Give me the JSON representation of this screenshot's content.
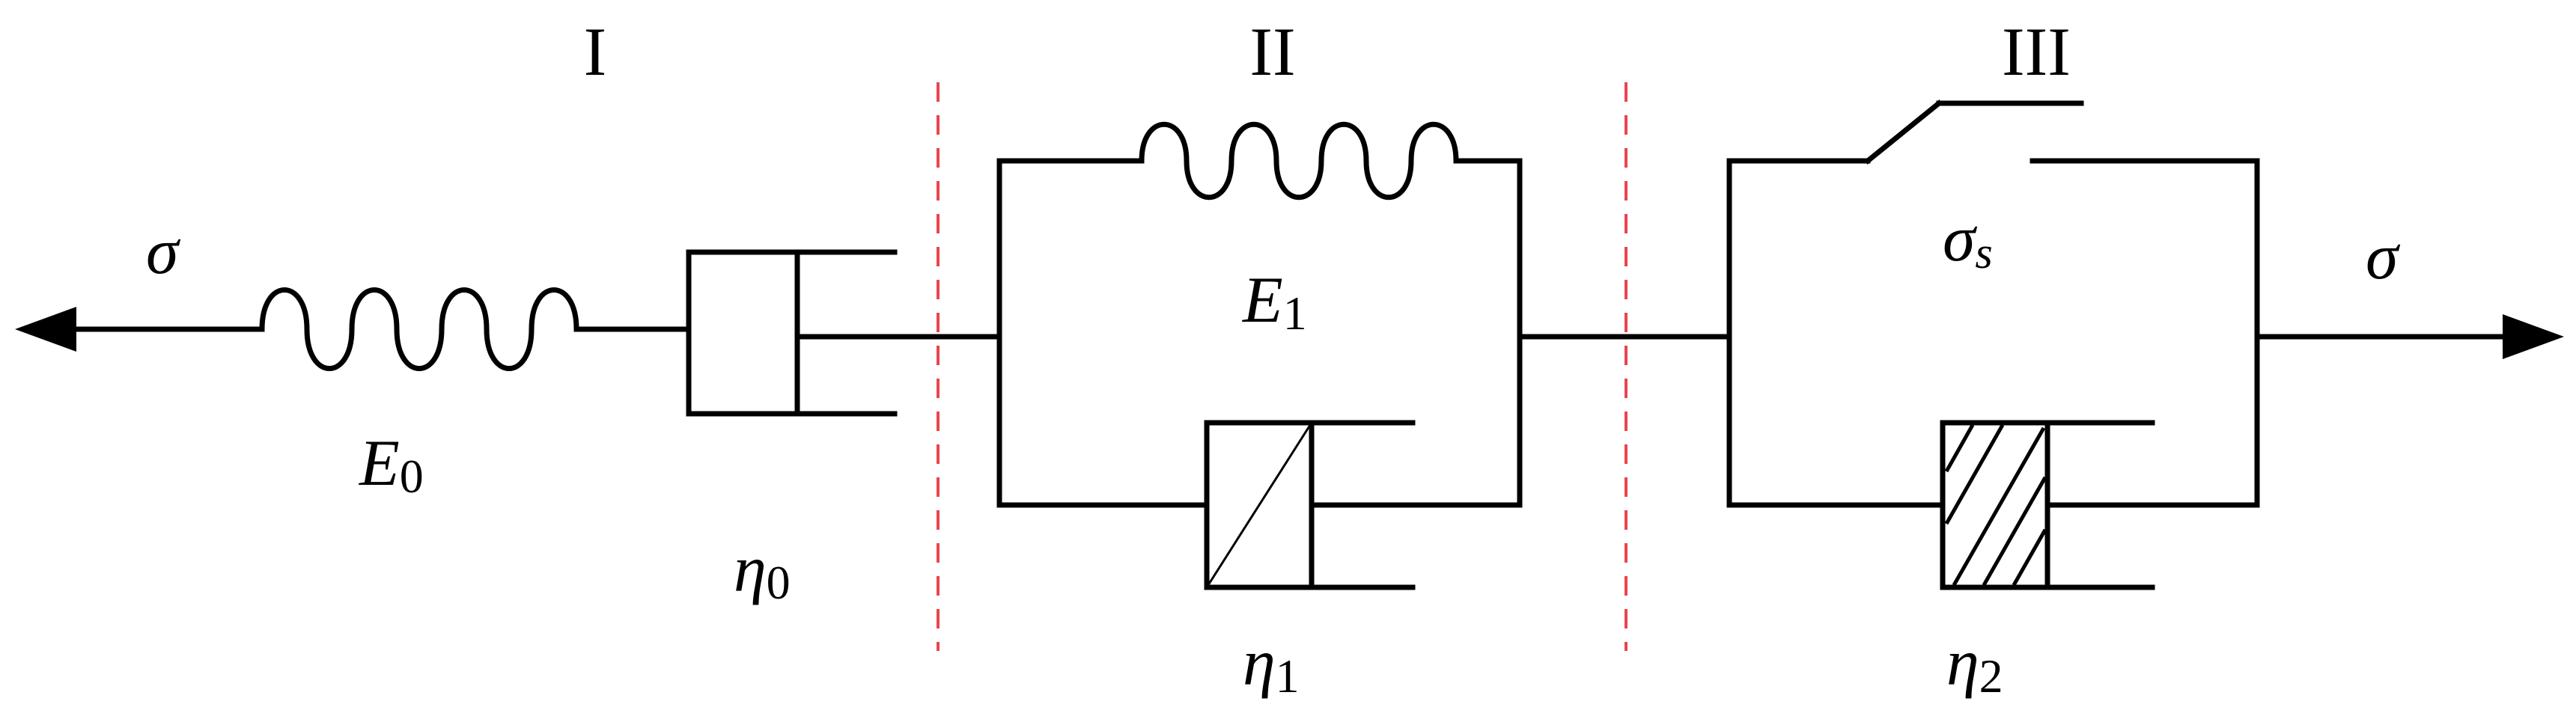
{
  "sections": {
    "I": "I",
    "II": "II",
    "III": "III"
  },
  "symbols": {
    "sigma": "σ",
    "sigma_s_base": "σ",
    "sigma_s_sub": "s",
    "E": "E",
    "eta": "η",
    "sub0": "0",
    "sub1": "1",
    "sub2": "2"
  },
  "colors": {
    "divider": "#e8454f",
    "line": "#000000"
  }
}
